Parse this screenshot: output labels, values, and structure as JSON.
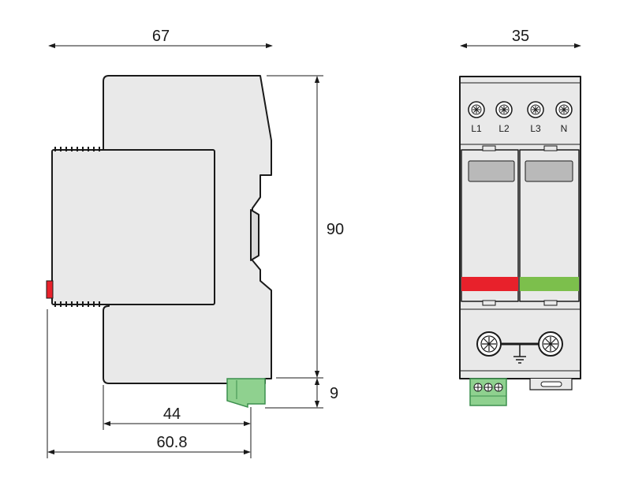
{
  "dimensions": {
    "side_width": "67",
    "side_height": "90",
    "terminal_height": "9",
    "depth_44": "44",
    "depth_60_8": "60.8",
    "front_width": "35"
  },
  "terminals": [
    "L1",
    "L2",
    "L3",
    "N"
  ],
  "colors": {
    "body": "#e9e9e9",
    "outline": "#1a1a1a",
    "window": "#b9b9b9",
    "indicator_red": "#e8212b",
    "indicator_green": "#7cbf4c",
    "connector_green": "#8fd18f",
    "connector_dark": "#3c8f4e"
  },
  "icons": {
    "screw": "screw-terminal-icon",
    "ground": "ground-icon"
  }
}
